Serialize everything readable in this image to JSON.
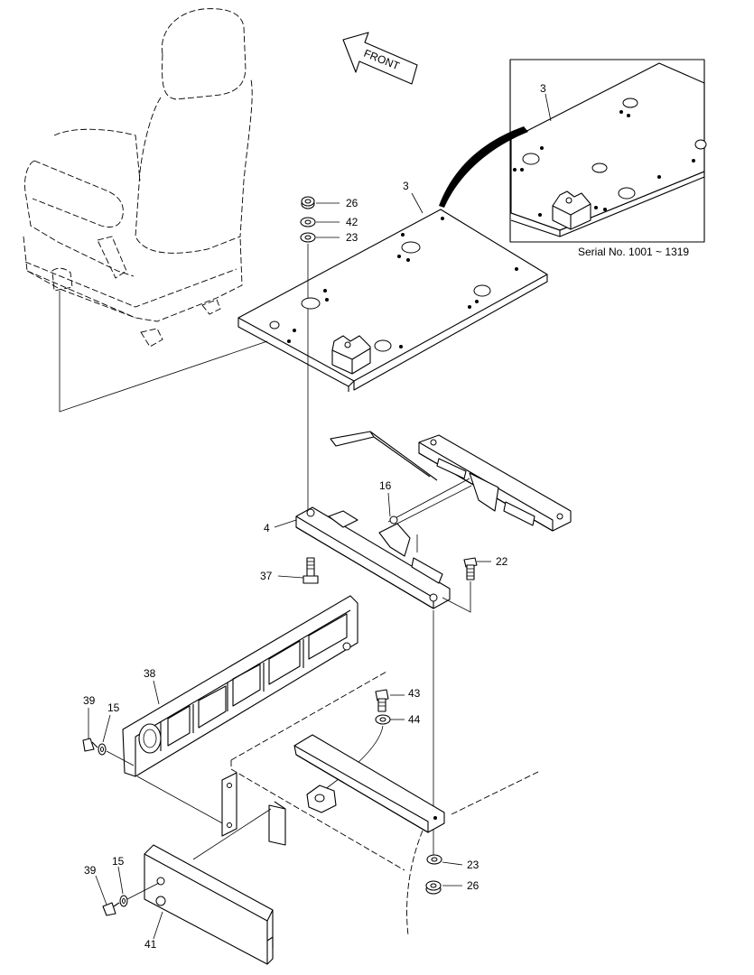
{
  "front_arrow": {
    "label": "FRONT",
    "icon": "front-direction-arrow-icon"
  },
  "inset": {
    "serial": "Serial No. 1001 ~ 1319",
    "part_label": "3"
  },
  "callouts": {
    "c26_top": "26",
    "c42": "42",
    "c23_top": "23",
    "c3": "3",
    "c16": "16",
    "c4": "4",
    "c22": "22",
    "c37": "37",
    "c38": "38",
    "c43": "43",
    "c44": "44",
    "c39_upper": "39",
    "c15_upper": "15",
    "c39_lower": "39",
    "c15_lower": "15",
    "c41": "41",
    "c23_bottom": "23",
    "c26_bottom": "26"
  }
}
